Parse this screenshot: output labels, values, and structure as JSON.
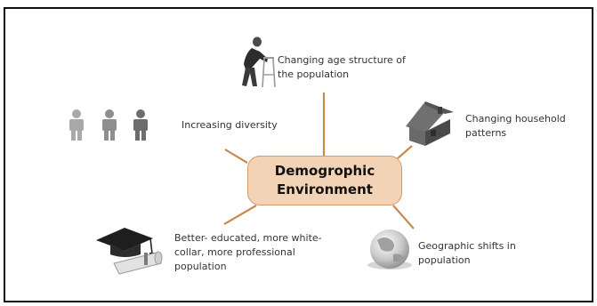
{
  "center": {
    "line1": "Demogrophic",
    "line2": "Environment"
  },
  "nodes": {
    "age": {
      "line1": "Changing age structure of",
      "line2": "the population",
      "icon": "elderly-person-walker-icon"
    },
    "diversity": {
      "line1": "Increasing diversity",
      "icon": "people-group-icon"
    },
    "household": {
      "line1": "Changing household",
      "line2": "patterns",
      "icon": "house-icon"
    },
    "education": {
      "line1": "Better- educated, more white-",
      "line2": "collar, more professional",
      "line3": "population",
      "icon": "graduation-cap-diploma-icon"
    },
    "geographic": {
      "line1": "Geographic shifts in",
      "line2": "population",
      "icon": "globe-icon"
    }
  },
  "colors": {
    "center_fill": "#f3d3b6",
    "center_border": "#d39a6a",
    "connector": "#c98a52",
    "people_light": "#a9a9a9",
    "people_mid": "#8e8e8e",
    "people_dark": "#6d6d6d"
  }
}
